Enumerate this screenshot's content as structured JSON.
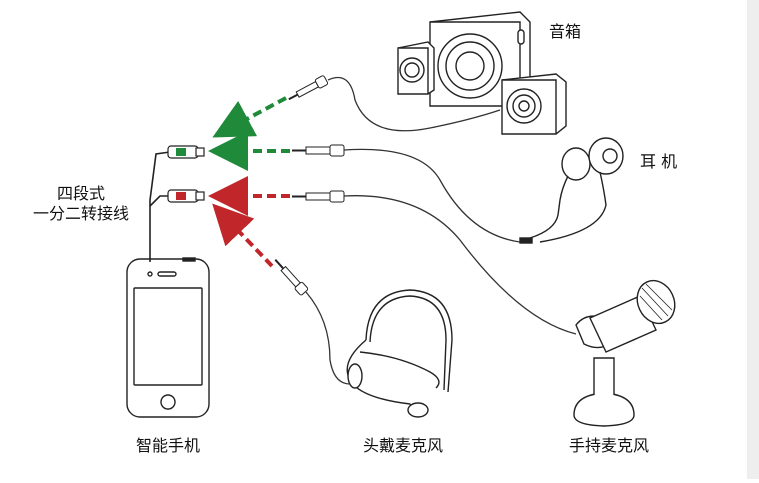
{
  "labels": {
    "speaker": "音箱",
    "earphone": "耳 机",
    "adapter_line1": "四段式",
    "adapter_line2": "一分二转接线",
    "smartphone": "智能手机",
    "headset_mic": "头戴麦克风",
    "handheld_mic": "手持麦克风"
  },
  "colors": {
    "green_arrow": "#1e8a3a",
    "red_arrow": "#c0262a",
    "line": "#222222",
    "sidebar": "#eeeeee"
  },
  "icons": [
    "speaker-system-icon",
    "earphone-icon",
    "y-splitter-cable-icon",
    "smartphone-icon",
    "headset-microphone-icon",
    "handheld-microphone-icon",
    "audio-jack-plug-icon"
  ]
}
